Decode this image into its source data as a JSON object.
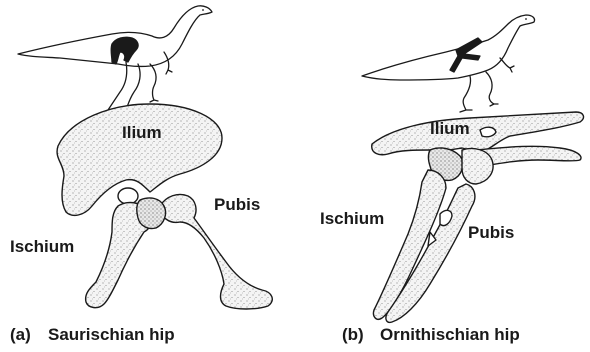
{
  "panels": [
    {
      "tag": "(a)",
      "caption": "Saurischian hip",
      "labels": {
        "ilium": "Ilium",
        "pubis": "Pubis",
        "ischium": "Ischium"
      }
    },
    {
      "tag": "(b)",
      "caption": "Ornithischian hip",
      "labels": {
        "ilium": "Ilium",
        "ischium": "Ischium",
        "pubis": "Pubis"
      }
    }
  ],
  "colors": {
    "ink": "#1a1a1a",
    "bone_fill": "#f2f2f2",
    "stipple": "#555555"
  }
}
